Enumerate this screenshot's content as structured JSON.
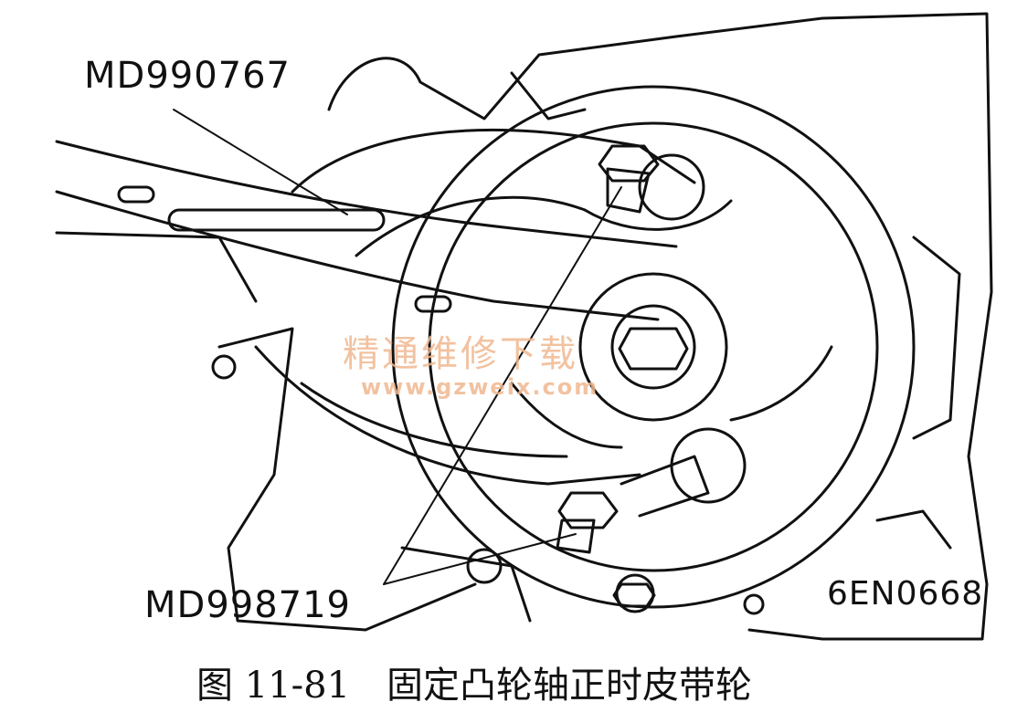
{
  "labels": {
    "tool_holder": "MD990767",
    "tool_socket": "MD998719",
    "figure_code": "6EN0668"
  },
  "caption": "图 11-81　固定凸轮轴正时皮带轮",
  "watermark": {
    "text": "精通维修下载",
    "url": "www.gzweix.com"
  },
  "colors": {
    "line": "#111111",
    "watermark": "#f0b890"
  }
}
